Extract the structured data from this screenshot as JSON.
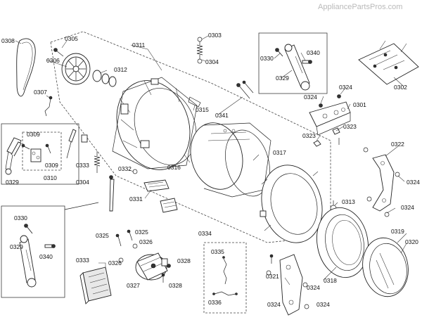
{
  "watermark": "AppliancePartsPros.com",
  "labels": [
    "0308",
    "0305",
    "0306",
    "0311",
    "0312",
    "0303",
    "0304",
    "0330",
    "0340",
    "0329",
    "0302",
    "0307",
    "0315",
    "0341",
    "0324",
    "0301",
    "0324",
    "0323",
    "0323",
    "0309",
    "0309",
    "0310",
    "0329",
    "0333",
    "0304",
    "0316",
    "0317",
    "0322",
    "0332",
    "0324",
    "0331",
    "0313",
    "0324",
    "0330",
    "0325",
    "0325",
    "0326",
    "0334",
    "0319",
    "0329",
    "0340",
    "0326",
    "0335",
    "0318",
    "0320",
    "0328",
    "0321",
    "0333",
    "0327",
    "0328",
    "0324",
    "0336",
    "0324",
    "0324"
  ]
}
